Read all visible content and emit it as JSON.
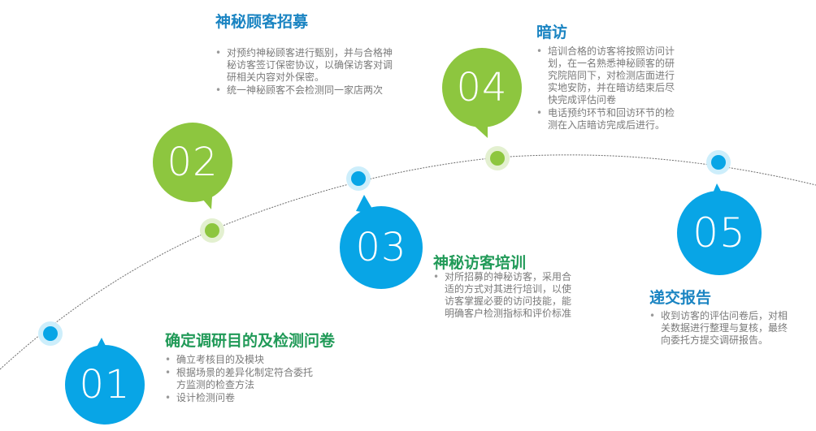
{
  "colors": {
    "blue": "#08a5e6",
    "green": "#8dc63f",
    "title_blue": "#1a84c2",
    "title_green": "#219a58",
    "line": "#6c6c6c"
  },
  "steps": [
    {
      "number": "01",
      "title": "确定调研目的及检测问卷",
      "bullets": [
        "确立考核目的及模块",
        "根据场景的差异化制定符合委托方监测的检查方法",
        "设计检测问卷"
      ]
    },
    {
      "number": "02",
      "title": "神秘顾客招募",
      "bullets": [
        "对预约神秘顾客进行甄别，并与合格神秘访客签订保密协议，以确保访客对调研相关内容对外保密。",
        "统一神秘顾客不会检测同一家店两次"
      ]
    },
    {
      "number": "03",
      "title": "神秘访客培训",
      "bullets": [
        "对所招募的神秘访客，采用合适的方式对其进行培训，以使访客掌握必要的访问技能，能明确客户检测指标和评价标准"
      ]
    },
    {
      "number": "04",
      "title": "暗访",
      "bullets": [
        "培训合格的访客将按照访问计划，在一名熟悉神秘顾客的研究院陪同下，对检测店面进行实地安防，并在暗访结束后尽快完成评估问卷",
        "电话预约环节和回访环节的检测在入店暗访完成后进行。"
      ]
    },
    {
      "number": "05",
      "title": "递交报告",
      "bullets": [
        "收到访客的评估问卷后，对相关数据进行整理与复核，最终向委托方提交调研报告。"
      ]
    }
  ]
}
